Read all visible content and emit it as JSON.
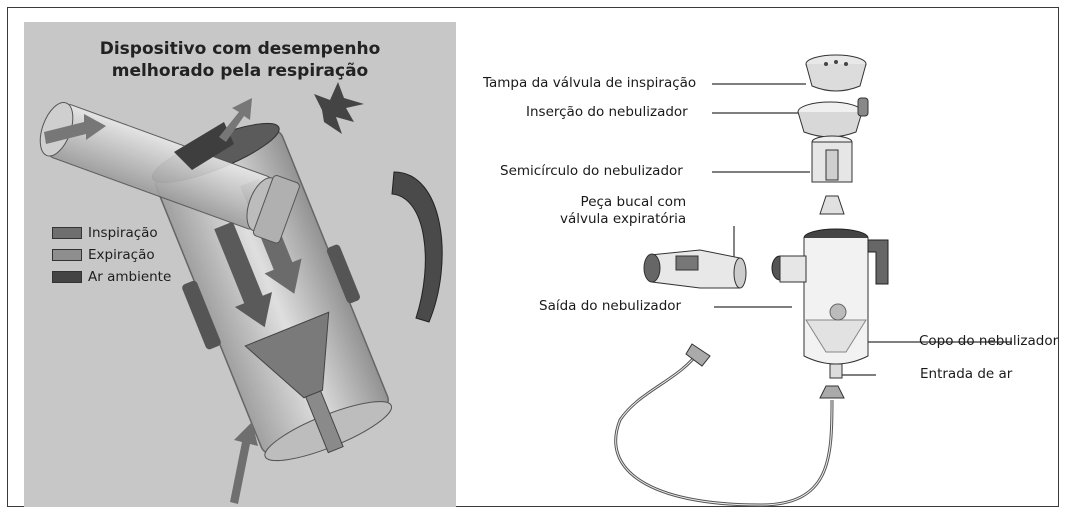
{
  "left_panel": {
    "title_line1": "Dispositivo com desempenho",
    "title_line2": "melhorado pela respiração",
    "legend": [
      {
        "label": "Inspiração",
        "color": "#6f6f6f"
      },
      {
        "label": "Expiração",
        "color": "#8e8e8e"
      },
      {
        "label": "Ar ambiente",
        "color": "#444444"
      }
    ]
  },
  "parts": {
    "valve_cap": "Tampa da válvula de inspiração",
    "insert": "Inserção do nebulizador",
    "semicircle": "Semicírculo do nebulizador",
    "mouthpiece_line1": "Peça bucal com",
    "mouthpiece_line2": "válvula expiratória",
    "outlet": "Saída do nebulizador",
    "cup": "Copo do nebulizador",
    "air_inlet": "Entrada de ar"
  }
}
